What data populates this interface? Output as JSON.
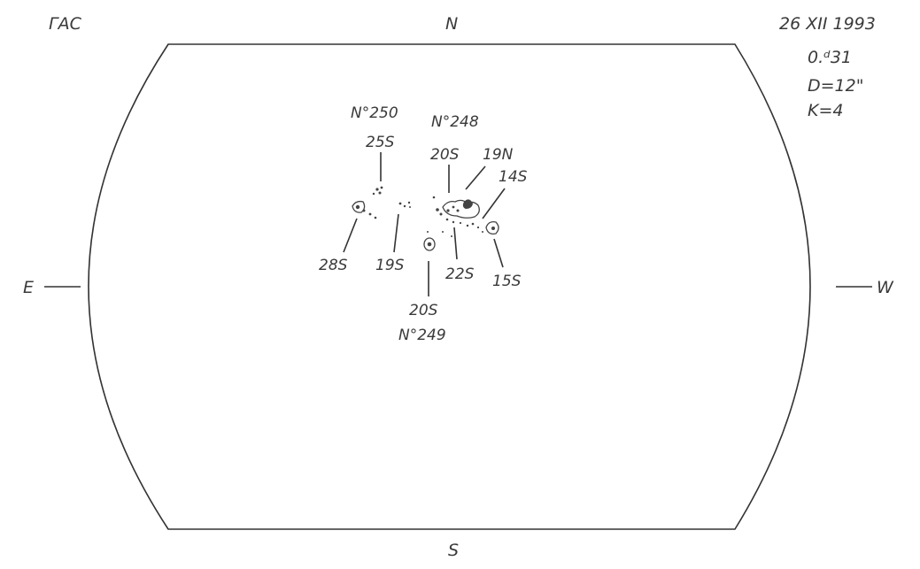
{
  "header": {
    "observatory": "ГАС",
    "date": "26 XII 1993",
    "time": "0.ᵈ31",
    "diameter": "D=12\"",
    "quality": "K=4"
  },
  "directions": {
    "north": "N",
    "south": "S",
    "east": "E",
    "west": "W"
  },
  "groups": [
    {
      "number": "N°250",
      "labels": [
        "25S",
        "28S",
        "19S"
      ]
    },
    {
      "number": "N°248",
      "labels": [
        "20S",
        "19N",
        "14S",
        "22S",
        "15S"
      ]
    },
    {
      "number": "N°249",
      "labels": [
        "20S"
      ]
    }
  ]
}
